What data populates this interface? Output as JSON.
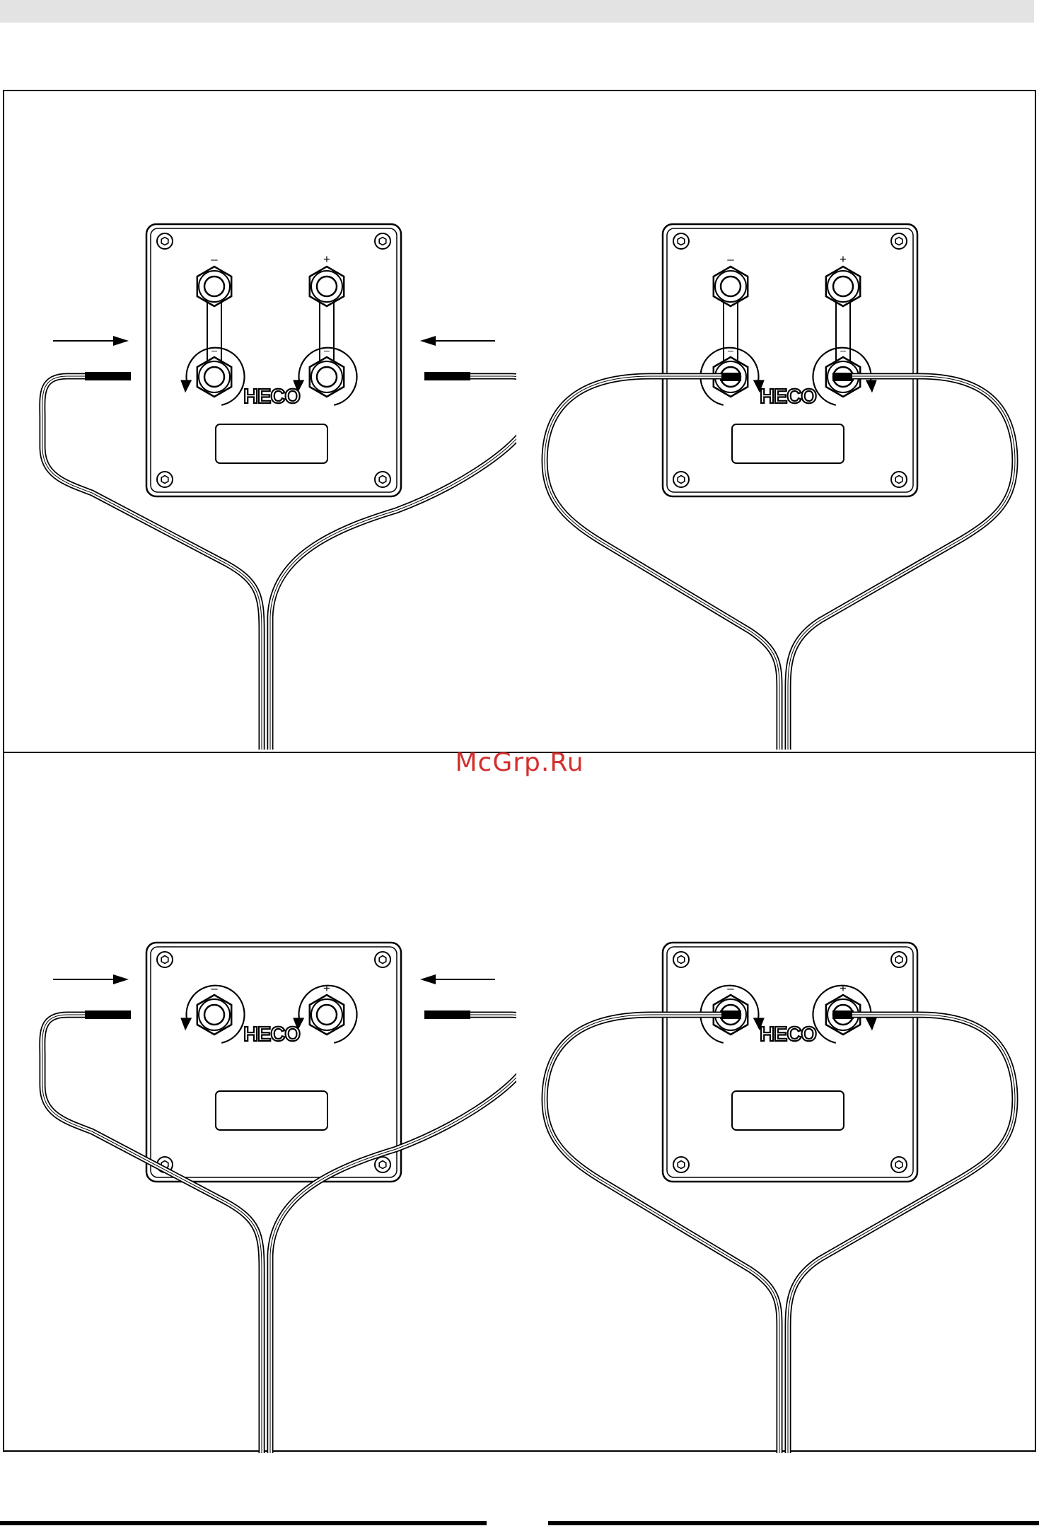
{
  "watermark": "McGrp.Ru",
  "brand": "HECO",
  "terminal_minus": "–",
  "terminal_plus": "+",
  "panels": [
    {
      "id": "top-left",
      "rows": 2,
      "view": "insert"
    },
    {
      "id": "top-right",
      "rows": 2,
      "view": "connected"
    },
    {
      "id": "bottom-left",
      "rows": 1,
      "view": "insert"
    },
    {
      "id": "bottom-right",
      "rows": 1,
      "view": "connected"
    }
  ]
}
